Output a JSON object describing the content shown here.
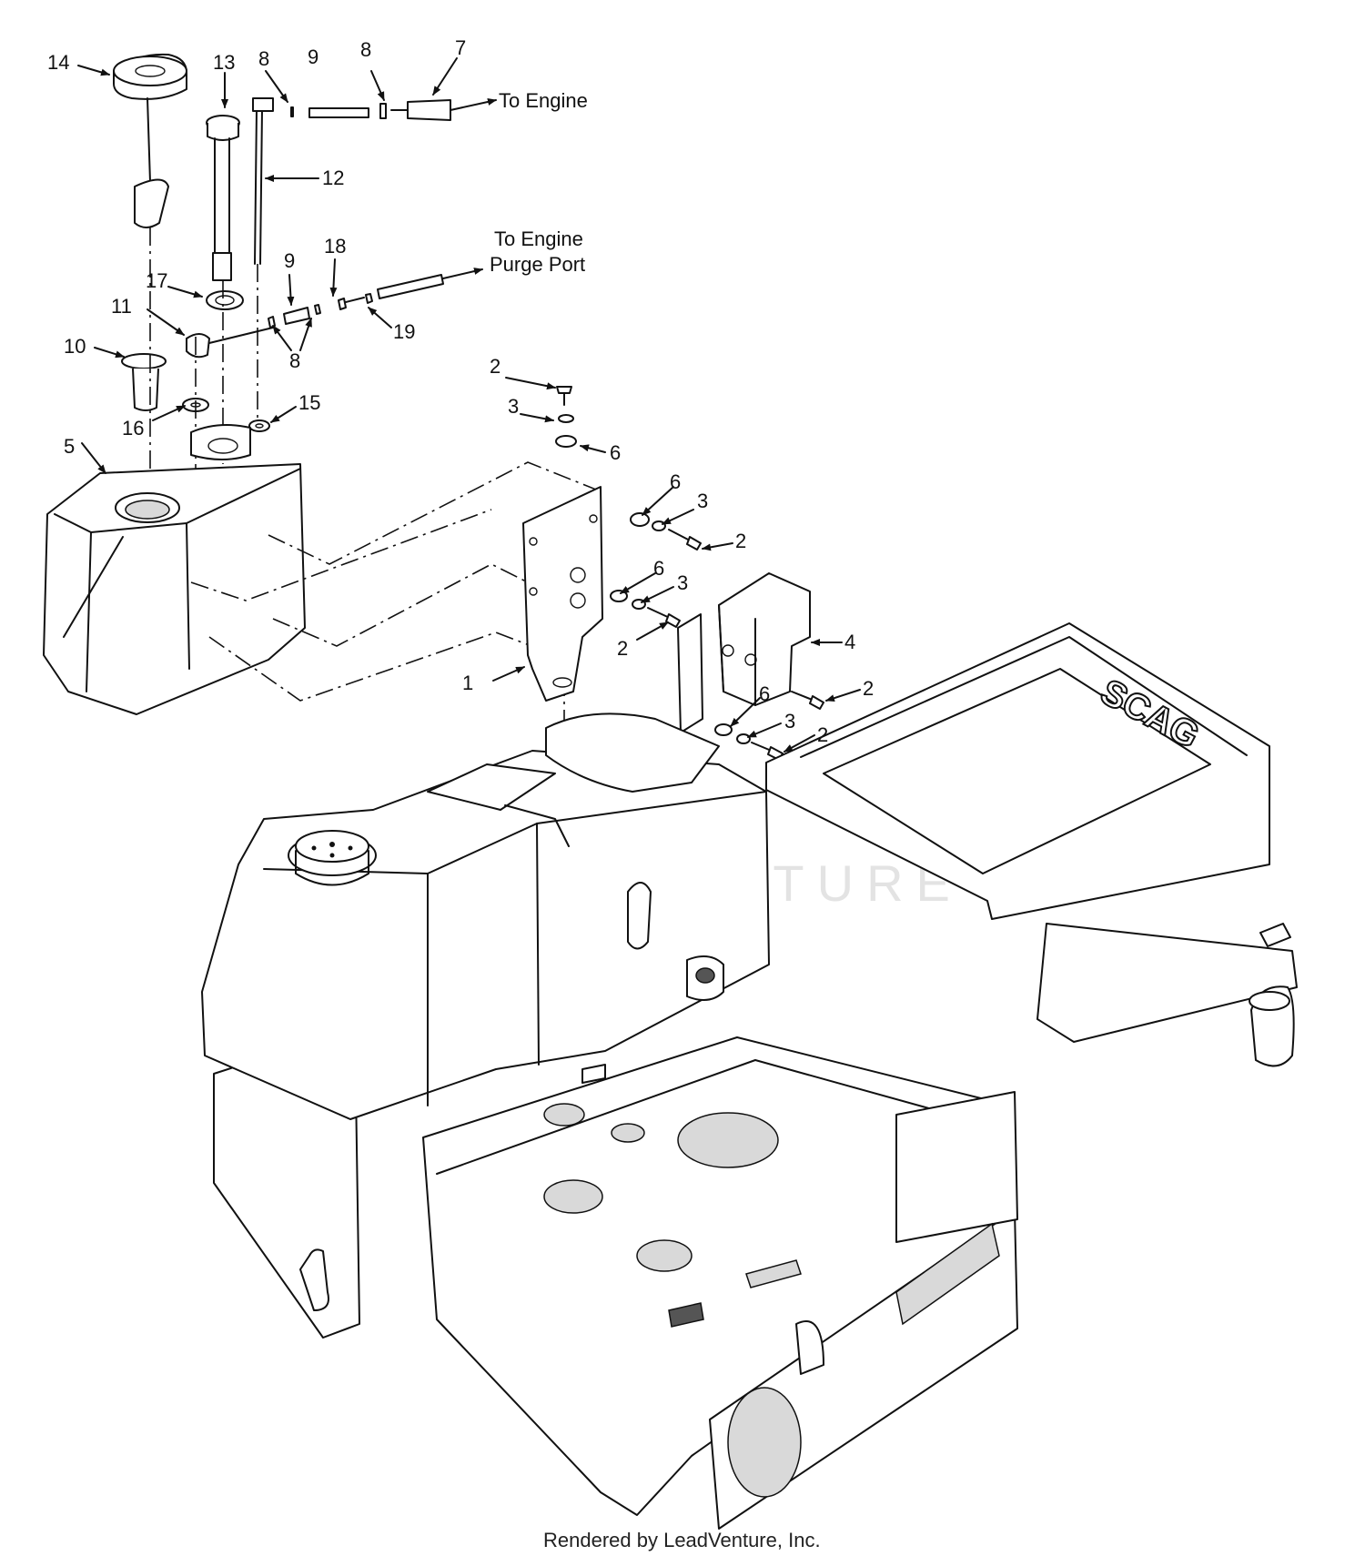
{
  "callouts": [
    {
      "id": "c14",
      "label": "14"
    },
    {
      "id": "c13",
      "label": "13"
    },
    {
      "id": "c8a",
      "label": "8"
    },
    {
      "id": "c9a",
      "label": "9"
    },
    {
      "id": "c8b",
      "label": "8"
    },
    {
      "id": "c7",
      "label": "7"
    },
    {
      "id": "c12",
      "label": "12"
    },
    {
      "id": "c9b",
      "label": "9"
    },
    {
      "id": "c18",
      "label": "18"
    },
    {
      "id": "c17",
      "label": "17"
    },
    {
      "id": "c11",
      "label": "11"
    },
    {
      "id": "c19",
      "label": "19"
    },
    {
      "id": "c8c",
      "label": "8"
    },
    {
      "id": "c10",
      "label": "10"
    },
    {
      "id": "c2a",
      "label": "2"
    },
    {
      "id": "c3a",
      "label": "3"
    },
    {
      "id": "c15",
      "label": "15"
    },
    {
      "id": "c16",
      "label": "16"
    },
    {
      "id": "c6a",
      "label": "6"
    },
    {
      "id": "c5",
      "label": "5"
    },
    {
      "id": "c6b",
      "label": "6"
    },
    {
      "id": "c3b",
      "label": "3"
    },
    {
      "id": "c2b",
      "label": "2"
    },
    {
      "id": "c6c",
      "label": "6"
    },
    {
      "id": "c3c",
      "label": "3"
    },
    {
      "id": "c2c",
      "label": "2"
    },
    {
      "id": "c4",
      "label": "4"
    },
    {
      "id": "c1",
      "label": "1"
    },
    {
      "id": "c2d",
      "label": "2"
    },
    {
      "id": "c6d",
      "label": "6"
    },
    {
      "id": "c3d",
      "label": "3"
    },
    {
      "id": "c2e",
      "label": "2"
    }
  ],
  "destinations": {
    "engine": "To Engine",
    "purge_line1": "To Engine",
    "purge_line2": "Purge Port"
  },
  "frame_text": "SCAG",
  "watermark": "LEADVENTURE",
  "footer": "Rendered by LeadVenture, Inc."
}
